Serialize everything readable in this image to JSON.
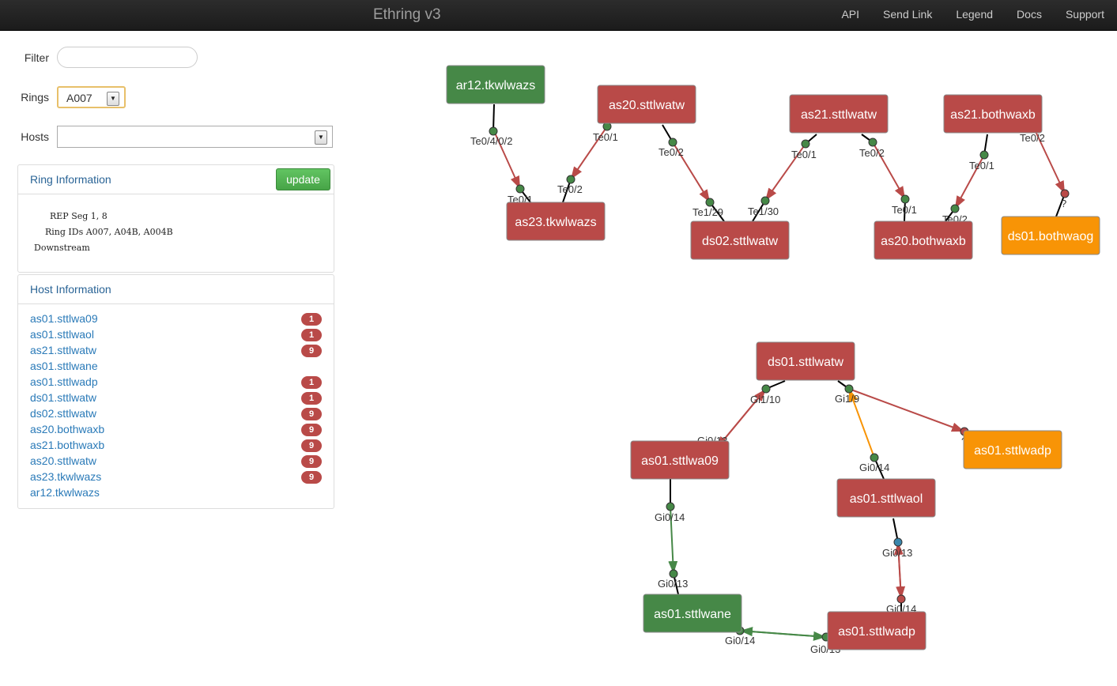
{
  "nav": {
    "brand": "Ethring v3",
    "links": [
      "API",
      "Send Link",
      "Legend",
      "Docs",
      "Support"
    ]
  },
  "form": {
    "filter_label": "Filter",
    "filter_value": "",
    "rings_label": "Rings",
    "rings_value": "A007",
    "hosts_label": "Hosts",
    "hosts_value": ""
  },
  "ring_info": {
    "title": "Ring Information",
    "update_label": "update",
    "lines": [
      "REP Seg 1, 8",
      "Ring IDs A007, A04B, A004B",
      "Downstream"
    ]
  },
  "host_info": {
    "title": "Host Information",
    "hosts": [
      {
        "name": "as01.sttlwa09",
        "badge": "1"
      },
      {
        "name": "as01.sttlwaol",
        "badge": "1"
      },
      {
        "name": "as21.sttlwatw",
        "badge": "9"
      },
      {
        "name": "as01.sttlwane",
        "badge": ""
      },
      {
        "name": "as01.sttlwadp",
        "badge": "1"
      },
      {
        "name": "ds01.sttlwatw",
        "badge": "1"
      },
      {
        "name": "ds02.sttlwatw",
        "badge": "9"
      },
      {
        "name": "as20.bothwaxb",
        "badge": "9"
      },
      {
        "name": "as21.bothwaxb",
        "badge": "9"
      },
      {
        "name": "as20.sttlwatw",
        "badge": "9"
      },
      {
        "name": "as23.tkwlwazs",
        "badge": "9"
      },
      {
        "name": "ar12.tkwlwazs",
        "badge": ""
      }
    ]
  },
  "colors": {
    "red": "#b94a48",
    "green": "#468847",
    "orange": "#f89406",
    "blue": "#3a87ad"
  },
  "graph": {
    "nodes": [
      {
        "id": "ar12.tkwlwazs",
        "status": "green"
      },
      {
        "id": "as20.sttlwatw",
        "status": "red"
      },
      {
        "id": "as21.sttlwatw",
        "status": "red"
      },
      {
        "id": "as21.bothwaxb",
        "status": "red"
      },
      {
        "id": "as23.tkwlwazs",
        "status": "red"
      },
      {
        "id": "ds02.sttlwatw",
        "status": "red"
      },
      {
        "id": "as20.bothwaxb",
        "status": "red"
      },
      {
        "id": "ds01.bothwaog",
        "status": "orange"
      },
      {
        "id": "ds01.sttlwatw",
        "status": "red"
      },
      {
        "id": "as01.sttlwa09",
        "status": "red"
      },
      {
        "id": "as01.sttlwadp",
        "status": "orange"
      },
      {
        "id": "as01.sttlwaol",
        "status": "red"
      },
      {
        "id": "as01.sttlwane",
        "status": "green"
      },
      {
        "id": "as01.sttlwadp",
        "status": "red"
      }
    ],
    "ports": [
      "Te0/4/0/2",
      "Te0/1",
      "Te0/2",
      "Te0/1",
      "Te0/2",
      "Te1/29",
      "Te1/30",
      "Te0/1",
      "Te0/2",
      "Te0/1",
      "Te0/1",
      "Te0/2",
      "Te0/2",
      "?",
      "Gi1/10",
      "Gi1/9",
      "Gi0/13",
      "?",
      "Gi0/14",
      "Gi0/14",
      "Gi0/13",
      "Gi0/13",
      "Gi0/14",
      "Gi0/14",
      "Gi0/13"
    ]
  }
}
